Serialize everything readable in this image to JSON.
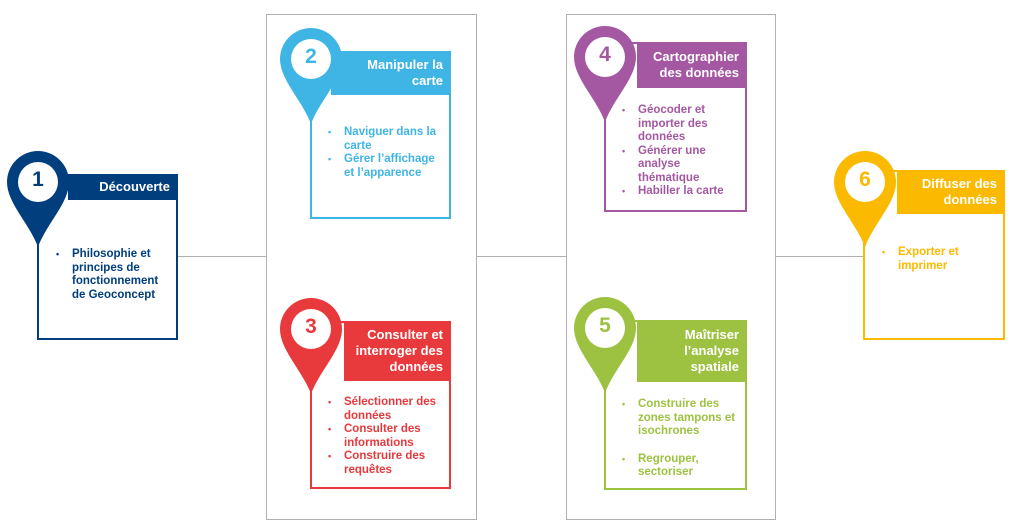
{
  "colors": {
    "step1": "#003e7e",
    "step2": "#3fb5e6",
    "step3": "#e8393d",
    "step4": "#a558a2",
    "step5": "#9dc242",
    "step6": "#fbb900",
    "connector": "#b0b0b0"
  },
  "steps": [
    {
      "number": "1",
      "title": "Découverte",
      "bullets": [
        "Philosophie et principes de fonctionnement de Geoconcept"
      ]
    },
    {
      "number": "2",
      "title": "Manipuler la carte",
      "bullets": [
        "Naviguer dans la carte",
        "Gérer l’affichage et l’apparence"
      ]
    },
    {
      "number": "3",
      "title": "Consulter et interroger des données",
      "bullets": [
        "Sélectionner des données",
        "Consulter des informations",
        "Construire des requêtes"
      ]
    },
    {
      "number": "4",
      "title": "Cartographier des données",
      "bullets": [
        "Géocoder et importer des données",
        "Générer une analyse thématique",
        "Habiller la carte"
      ]
    },
    {
      "number": "5",
      "title": "Maîtriser l’analyse spatiale",
      "bullets": [
        "Construire des zones tampons et isochrones",
        "Regrouper, sectoriser"
      ]
    },
    {
      "number": "6",
      "title": "Diffuser des données",
      "bullets": [
        "Exporter et imprimer"
      ]
    }
  ]
}
